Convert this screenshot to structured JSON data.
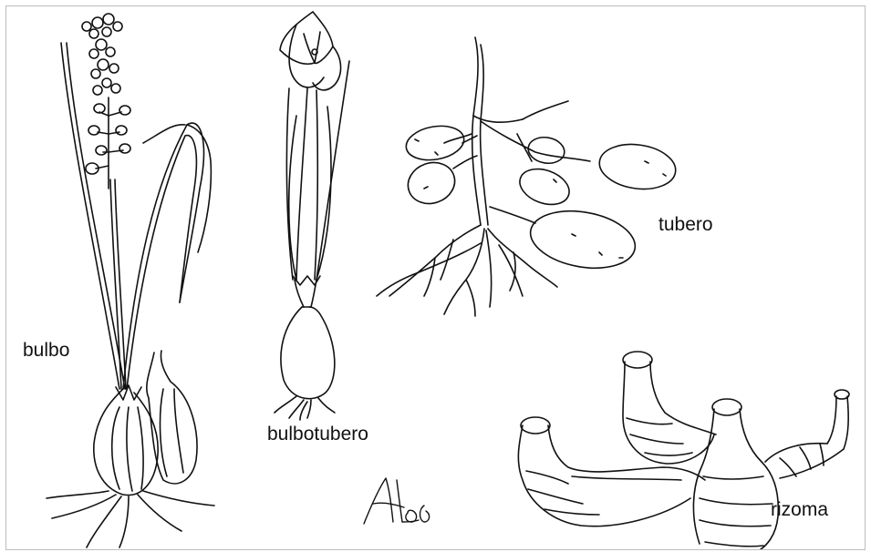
{
  "labels": {
    "bulbo": "bulbo",
    "bulbotubero": "bulbotubero",
    "tubero": "tubero",
    "rizoma": "rizoma"
  },
  "signature": {
    "text": "Al 06"
  },
  "colors": {
    "ink": "#111111",
    "paper": "#ffffff",
    "border": "#bdbdbd"
  }
}
